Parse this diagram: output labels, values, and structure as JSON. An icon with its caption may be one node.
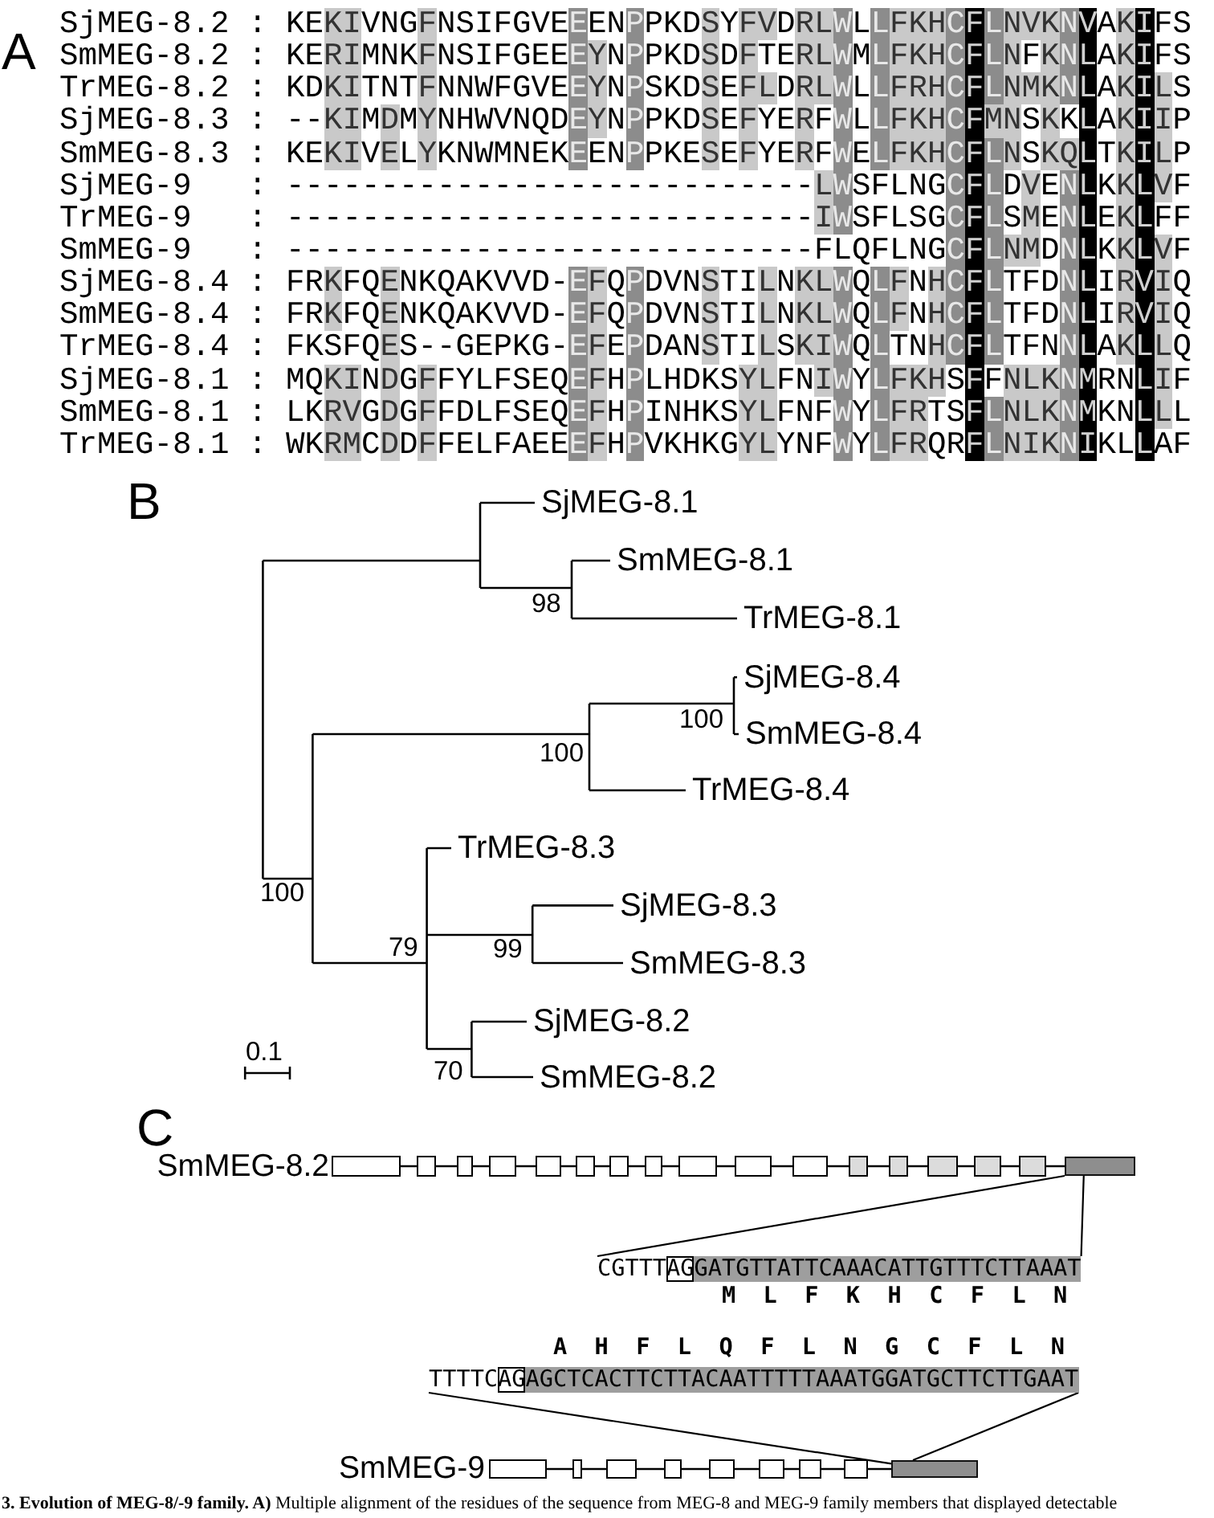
{
  "diagram": {
    "caption": "**3. Evolution of MEG-8/-9 family. A)** Multiple alignment of the residues of the sequence from MEG-8 and MEG-9 family members that displayed detectable",
    "nodes": [
      {
        "text": [],
        "shape": "box"
      },
      {
        "text": [
          "CGTTTAGGATGTTATTCAAACATTGTTTCTTAAAT"
        ],
        "beside": [
          "M L F K H C F L N"
        ]
      },
      {
        "text": [
          "TTTTCAGAGCTCACTTCTTACAATTTTTAAATGGATGCTTCTTGAAT"
        ],
        "beside": [
          "A H F L Q F L N G C F L N"
        ]
      },
      {
        "text": [],
        "shape": "box"
      }
    ],
    "edges": [
      {
        "from": 0,
        "to": 1,
        "arrow": "none"
      },
      {
        "from": 0,
        "to": 1,
        "arrow": "none"
      },
      {
        "from": 2,
        "to": 3,
        "arrow": "none"
      },
      {
        "from": 2,
        "to": 3,
        "arrow": "none"
      }
    ],
    "labels": [
      "A",
      "SjMEG-8.2",
      ":",
      "KEKIVNGFNSIFGVEEENPPKDSYFVDRLWLLFKHCFLNVKNVAKIFS",
      "SmMEG-8.2",
      ":",
      "KERIMNKFNSIFGEEEYNPPKDSDFTERLWMLFKHCFLNFKNLAKIFS",
      "TrMEG-8.2",
      ":",
      "KDKITNTFNNWFGVEEYNPSKDSEFLDRLWLLFRHCFLNMKNLAKILS",
      "SjMEG-8.3",
      ":",
      "--KIMDMYNHWVNQDEYNPPKDSEFYERFWLLFKHCFMNSKKLAKIIP",
      "SmMEG-8.3",
      ":",
      "KEKIVELYKNWMNEKEENPPKESEFYERFWELFKHCFLNSKQLTKILP",
      "SjMEG-9",
      ":",
      "----------------------------LWSFLNGCFLDVENLKKLVF",
      "TrMEG-9",
      ":",
      "----------------------------IWSFLSGCFLSMENLEKLFF",
      "SmMEG-9",
      ":",
      "----------------------------FLQFLNGCFLNMDNLKKLVF",
      "SjMEG-8.4",
      ":",
      "FRKFQENKQAKVVD-EFQPDVNSTILNKLWQLFNHCFLTFDNLIRVIQ",
      "SmMEG-8.4",
      ":",
      "FRKFQENKQAKVVD-EFQPDVNSTILNKLWQLFNHCFLTFDNLIRVIQ",
      "TrMEG-8.4",
      ":",
      "FKSFQES--GEPKG-EFEPDANSTILSKIWQLTNHCFLTFNNLAKLLQ",
      "SjMEG-8.1",
      ":",
      "MQKINDGFFYLFSEQEFHPLHDKSYLFNIWYLFKHSFFNLKNMRNLIF",
      "SmMEG-8.1",
      ":",
      "LKRVGDGFFDLFSEQEFHPINHKSYLFNFWYLFRTSFLNLKNMKNLLL",
      "TrMEG-8.1",
      ":",
      "WKRMCDDFFELFAEEEFHPVKHKGYLYNFWYLFRQRFLNIKNIKLLAF",
      "B",
      "SjMEG-8.1",
      "SmMEG-8.1",
      "TrMEG-8.1",
      "98",
      "SjMEG-8.4",
      "100",
      "SmMEG-8.4",
      "100",
      "TrMEG-8.4",
      "TrMEG-8.3",
      "79",
      "SjMEG-8.3",
      "100",
      "99",
      "SmMEG-8.3",
      "SjMEG-8.2",
      "70",
      "SmMEG-8.2",
      "0.1",
      "C",
      "SmMEG-8.2",
      "SmMEG-9"
    ]
  }
}
